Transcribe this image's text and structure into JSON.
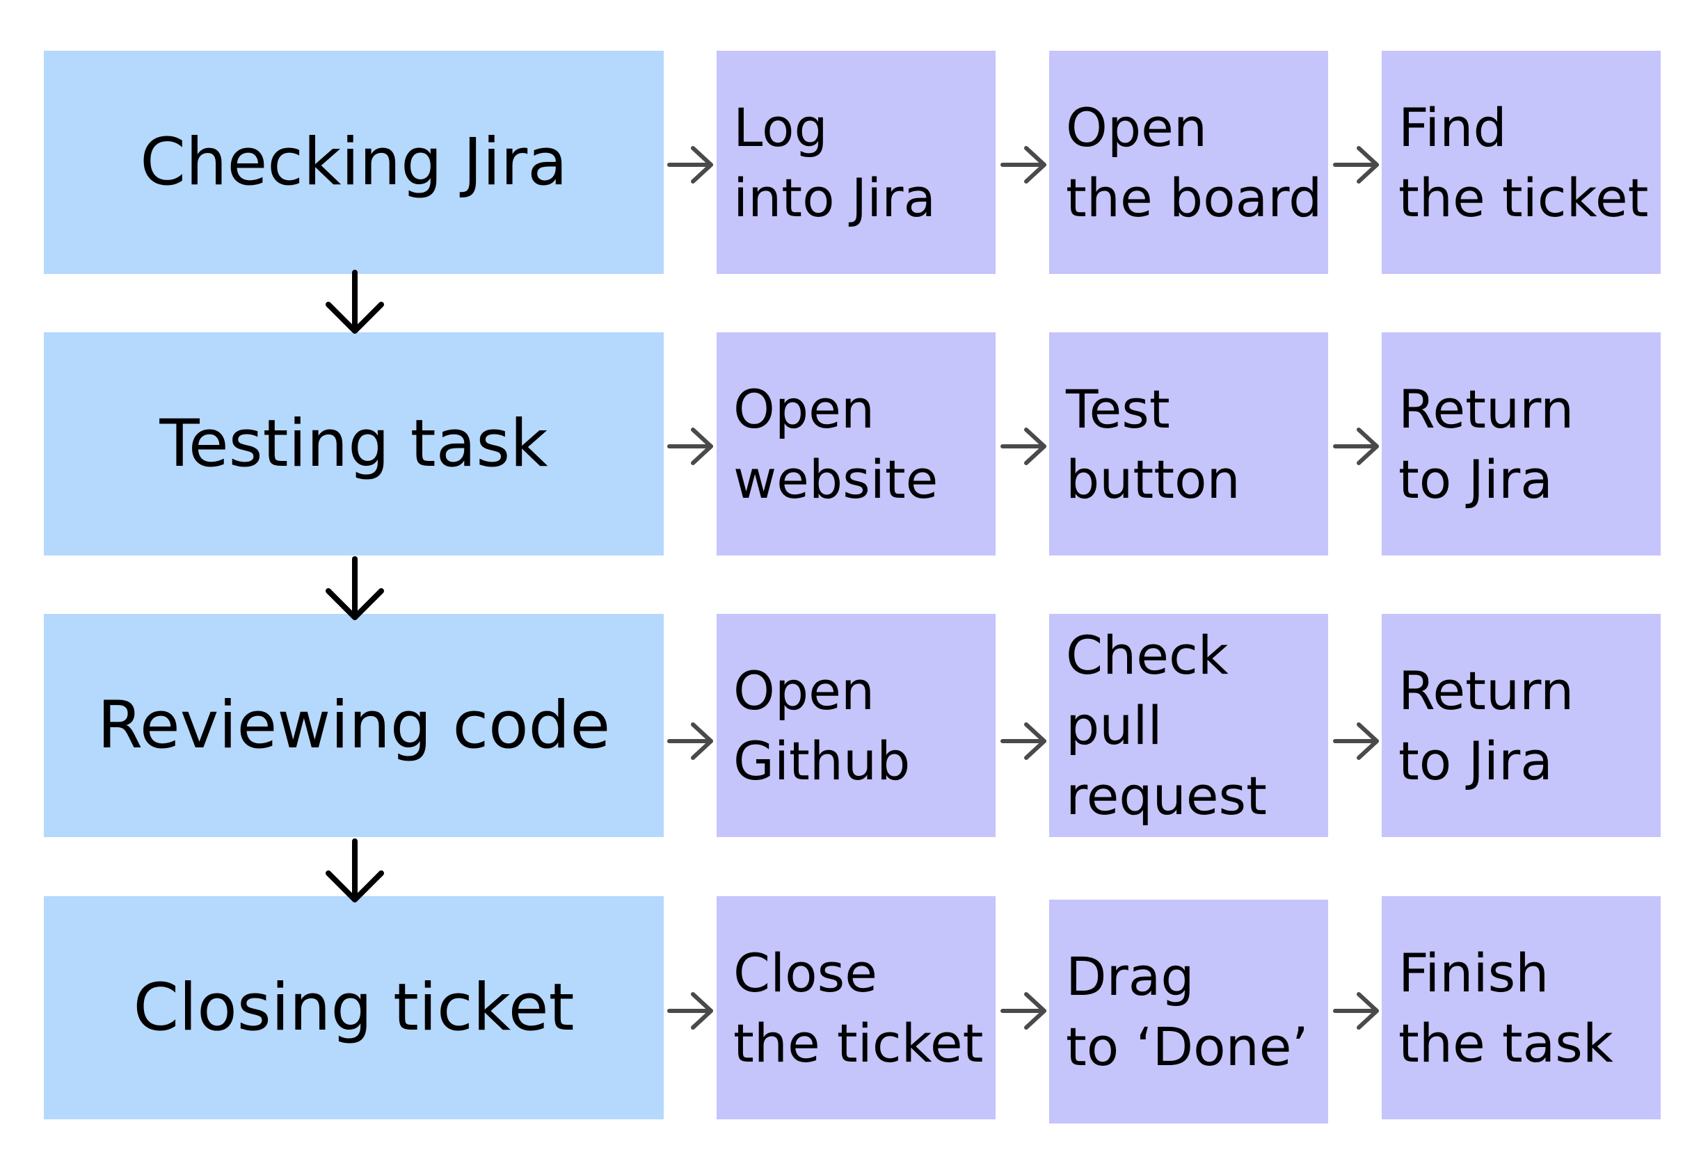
{
  "rows": [
    {
      "stage": "Checking Jira",
      "steps": [
        "Log\ninto Jira",
        "Open\nthe board",
        "Find\nthe ticket"
      ]
    },
    {
      "stage": "Testing task",
      "steps": [
        "Open\nwebsite",
        "Test\nbutton",
        "Return\nto Jira"
      ]
    },
    {
      "stage": "Reviewing code",
      "steps": [
        "Open\nGithub",
        "Check\npull\nrequest",
        "Return\nto Jira"
      ]
    },
    {
      "stage": "Closing ticket",
      "steps": [
        "Close\nthe ticket",
        "Drag\nto ‘Done’",
        "Finish\nthe task"
      ]
    }
  ],
  "colors": {
    "stage_fill": "#b5d8fd",
    "step_fill": "#c5c4fb",
    "down_arrow": "#000000",
    "right_arrow": "#4a4a4a",
    "text": "#000000"
  },
  "icons": {
    "down_arrow": "arrow-down-icon",
    "right_arrow": "arrow-right-icon"
  }
}
